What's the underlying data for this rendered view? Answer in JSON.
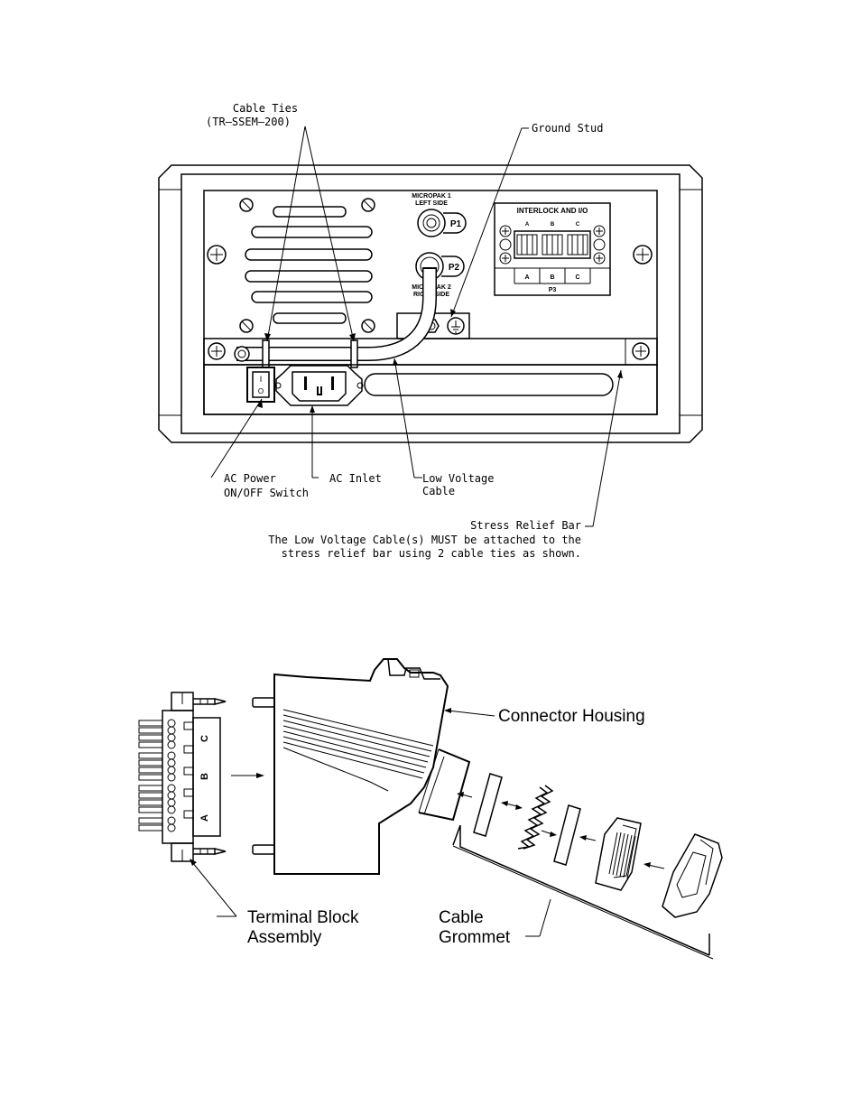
{
  "top_diagram": {
    "labels": {
      "cable_ties": "Cable Ties",
      "cable_ties_part": "(TR–SSEM–200)",
      "ground_stud": "Ground Stud",
      "ac_power_line1": "AC Power",
      "ac_power_line2": "ON/OFF Switch",
      "ac_inlet": "AC Inlet",
      "low_voltage_line1": "Low Voltage",
      "low_voltage_line2": "Cable",
      "stress_relief_bar": "Stress Relief Bar",
      "note_line1": "The Low Voltage Cable(s) MUST be attached to the",
      "note_line2": "stress relief bar using 2 cable ties as shown."
    },
    "panel_text": {
      "micropak1_line1": "MICROPAK 1",
      "micropak1_line2": "LEFT SIDE",
      "p1": "P1",
      "p2": "P2",
      "micropak2_line1": "MICROPAK 2",
      "micropak2_line2": "RIGHT SIDE",
      "interlock_title": "INTERLOCK AND I/O",
      "io_a_small": "A",
      "io_b_small": "B",
      "io_c_small": "C",
      "io_a": "A",
      "io_b": "B",
      "io_c": "C",
      "p3": "P3",
      "switch_on": "I",
      "switch_off": "O"
    }
  },
  "bottom_diagram": {
    "labels": {
      "connector_housing": "Connector Housing",
      "terminal_block_line1": "Terminal Block",
      "terminal_block_line2": "Assembly",
      "cable_grommet_line1": "Cable",
      "cable_grommet_line2": "Grommet"
    },
    "block_letters": {
      "a": "A",
      "b": "B",
      "c": "C"
    }
  }
}
